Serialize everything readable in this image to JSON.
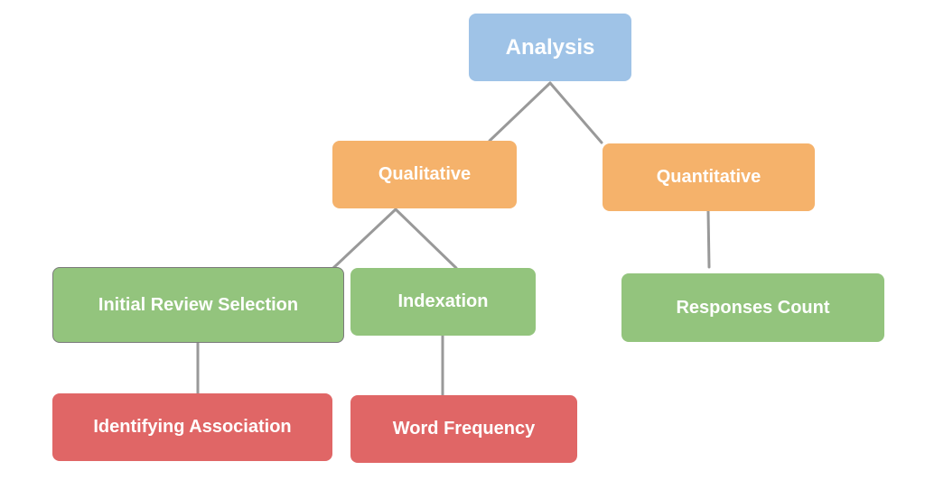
{
  "diagram": {
    "nodes": [
      {
        "id": "analysis",
        "label": "Analysis",
        "color": "#9fc3e7"
      },
      {
        "id": "qualitative",
        "label": "Qualitative",
        "color": "#f5b26b"
      },
      {
        "id": "quantitative",
        "label": "Quantitative",
        "color": "#f5b26b"
      },
      {
        "id": "initial-review",
        "label": "Initial Review Selection",
        "color": "#93c47d"
      },
      {
        "id": "indexation",
        "label": "Indexation",
        "color": "#93c47d"
      },
      {
        "id": "responses",
        "label": "Responses Count",
        "color": "#93c47d"
      },
      {
        "id": "identifying",
        "label": "Identifying Association",
        "color": "#e06666"
      },
      {
        "id": "word-frequency",
        "label": "Word Frequency",
        "color": "#e06666"
      }
    ],
    "edges": [
      {
        "from": "analysis",
        "to": "qualitative"
      },
      {
        "from": "analysis",
        "to": "quantitative"
      },
      {
        "from": "qualitative",
        "to": "initial-review"
      },
      {
        "from": "qualitative",
        "to": "indexation"
      },
      {
        "from": "quantitative",
        "to": "responses"
      },
      {
        "from": "initial-review",
        "to": "identifying"
      },
      {
        "from": "indexation",
        "to": "word-frequency"
      }
    ],
    "connector_color": "#999999"
  }
}
